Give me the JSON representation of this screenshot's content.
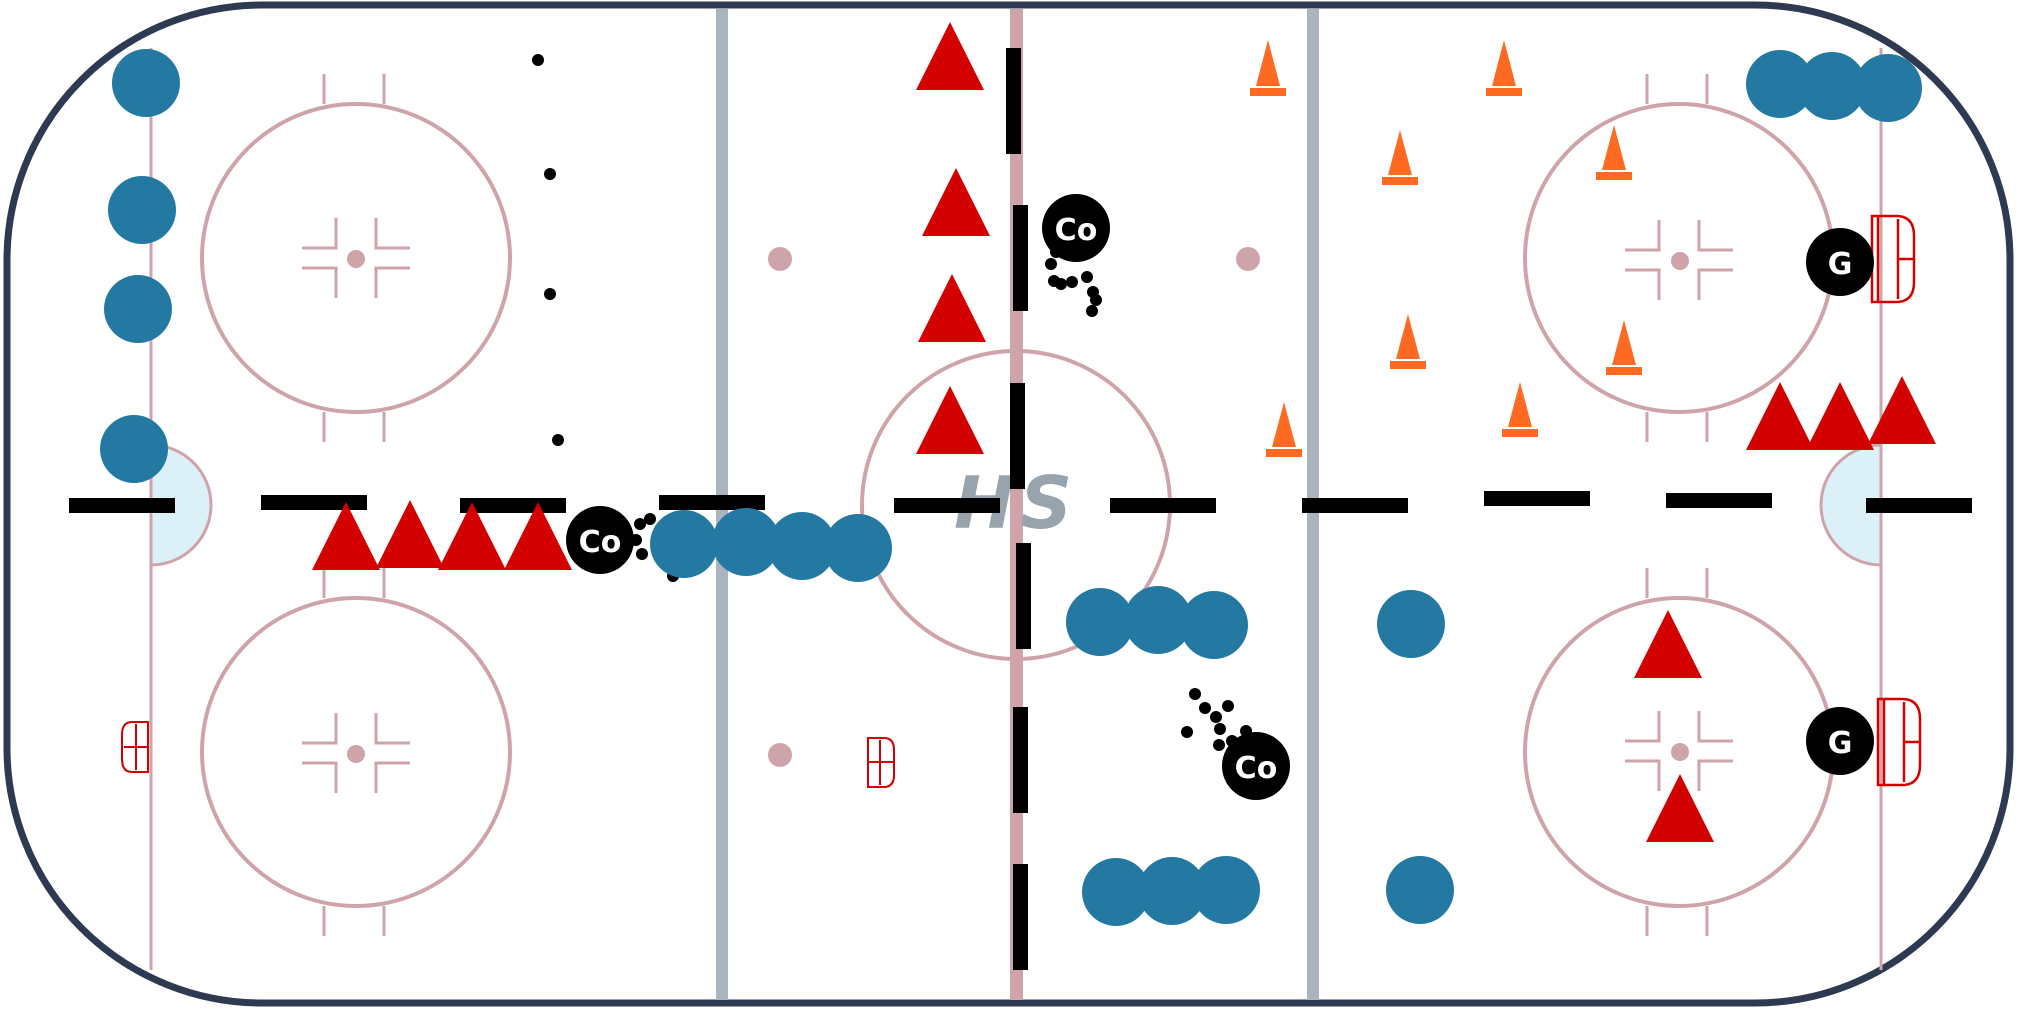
{
  "logo": {
    "text": "HS"
  },
  "colors": {
    "board": "#2d3a52",
    "rink_line": "#cfa3aa",
    "blue_line": "#a9b4be",
    "crease": "#dcf0f8",
    "player": "#2479a3",
    "triangle": "#d40000",
    "cone": "#ff6a22",
    "coach": "#000000",
    "net": "#d40000",
    "dash": "#000000"
  },
  "tokens": {
    "coach_label": "Co",
    "goalie_label": "G"
  },
  "coaches": [
    {
      "label": "Co"
    },
    {
      "label": "Co"
    },
    {
      "label": "Co"
    }
  ],
  "goalies": [
    {
      "label": "G"
    },
    {
      "label": "G"
    }
  ]
}
